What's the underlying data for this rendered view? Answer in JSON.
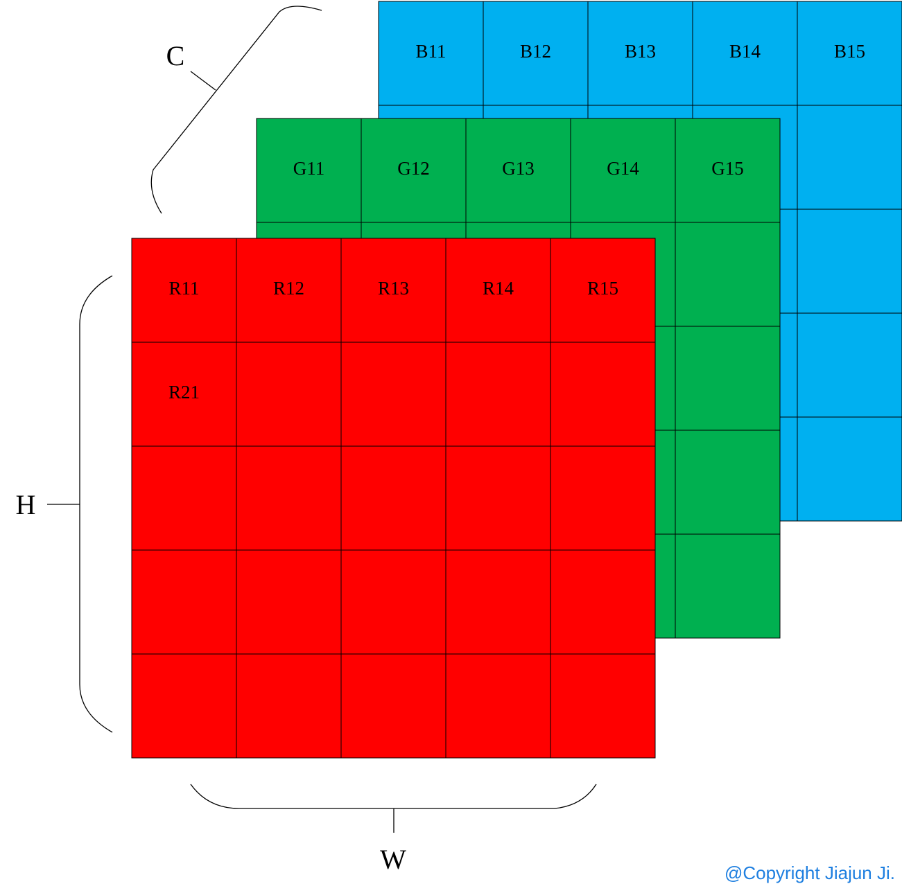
{
  "colors": {
    "blue": "#00b0f0",
    "green": "#00b050",
    "red": "#ff0000",
    "grid_line": "#000000",
    "watermark": "#1e7fe0"
  },
  "layers": [
    {
      "name": "blue-channel",
      "color": "#00b0f0",
      "rows": 5,
      "cols": 5,
      "labels": {
        "0-0": "B11",
        "0-1": "B12",
        "0-2": "B13",
        "0-3": "B14",
        "0-4": "B15"
      }
    },
    {
      "name": "green-channel",
      "color": "#00b050",
      "rows": 5,
      "cols": 5,
      "labels": {
        "0-0": "G11",
        "0-1": "G12",
        "0-2": "G13",
        "0-3": "G14",
        "0-4": "G15"
      }
    },
    {
      "name": "red-channel",
      "color": "#ff0000",
      "rows": 5,
      "cols": 5,
      "labels": {
        "0-0": "R11",
        "0-1": "R12",
        "0-2": "R13",
        "0-3": "R14",
        "0-4": "R15",
        "1-0": "R21"
      }
    }
  ],
  "dimensions": {
    "channels_label": "C",
    "height_label": "H",
    "width_label": "W"
  },
  "watermark": "@Copyright Jiajun Ji."
}
